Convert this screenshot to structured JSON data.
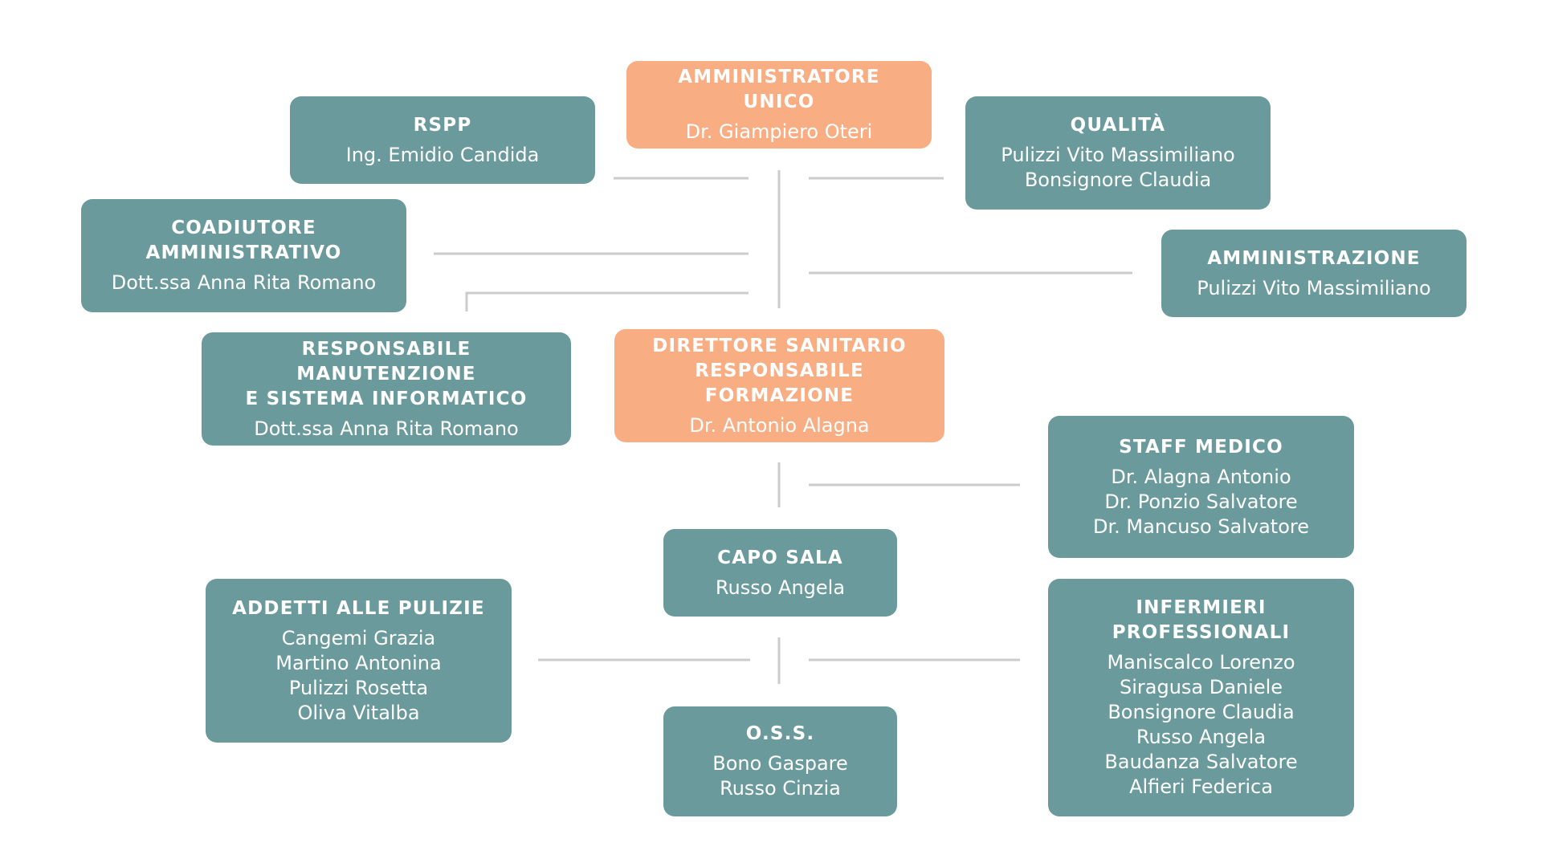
{
  "nodes": {
    "amministratore_unico": {
      "title": "AMMINISTRATORE UNICO",
      "names": [
        "Dr. Giampiero Oteri"
      ],
      "color": "#f9ad82"
    },
    "rspp": {
      "title": "RSPP",
      "names": [
        "Ing. Emidio Candida"
      ],
      "color": "#6a9a9b"
    },
    "qualita": {
      "title": "QUALITÀ",
      "names": [
        "Pulizzi Vito Massimiliano",
        "Bonsignore Claudia"
      ],
      "color": "#6a9a9b"
    },
    "coadiutore": {
      "title": "COADIUTORE\nAMMINISTRATIVO",
      "names": [
        "Dott.ssa Anna Rita Romano"
      ],
      "color": "#6a9a9b"
    },
    "amministrazione": {
      "title": "AMMINISTRAZIONE",
      "names": [
        "Pulizzi Vito Massimiliano"
      ],
      "color": "#6a9a9b"
    },
    "manutenzione": {
      "title": "RESPONSABILE MANUTENZIONE\nE SISTEMA INFORMATICO",
      "names": [
        "Dott.ssa Anna Rita Romano"
      ],
      "color": "#6a9a9b"
    },
    "direttore": {
      "title": "DIRETTORE SANITARIO\nRESPONSABILE FORMAZIONE",
      "names": [
        "Dr. Antonio Alagna"
      ],
      "color": "#f9ad82"
    },
    "staff_medico": {
      "title": "STAFF MEDICO",
      "names": [
        "Dr. Alagna Antonio",
        "Dr. Ponzio Salvatore",
        "Dr. Mancuso Salvatore"
      ],
      "color": "#6a9a9b"
    },
    "capo_sala": {
      "title": "CAPO SALA",
      "names": [
        "Russo Angela"
      ],
      "color": "#6a9a9b"
    },
    "pulizie": {
      "title": "ADDETTI ALLE PULIZIE",
      "names": [
        "Cangemi Grazia",
        "Martino Antonina",
        "Pulizzi Rosetta",
        "Oliva Vitalba"
      ],
      "color": "#6a9a9b"
    },
    "infermieri": {
      "title": "INFERMIERI\nPROFESSIONALI",
      "names": [
        "Maniscalco Lorenzo",
        "Siragusa Daniele",
        "Bonsignore Claudia",
        "Russo Angela",
        "Baudanza Salvatore",
        "Alfieri Federica"
      ],
      "color": "#6a9a9b"
    },
    "oss": {
      "title": "O.S.S.",
      "names": [
        "Bono Gaspare",
        "Russo Cinzia"
      ],
      "color": "#6a9a9b"
    }
  },
  "connector_color": "#cccccc"
}
